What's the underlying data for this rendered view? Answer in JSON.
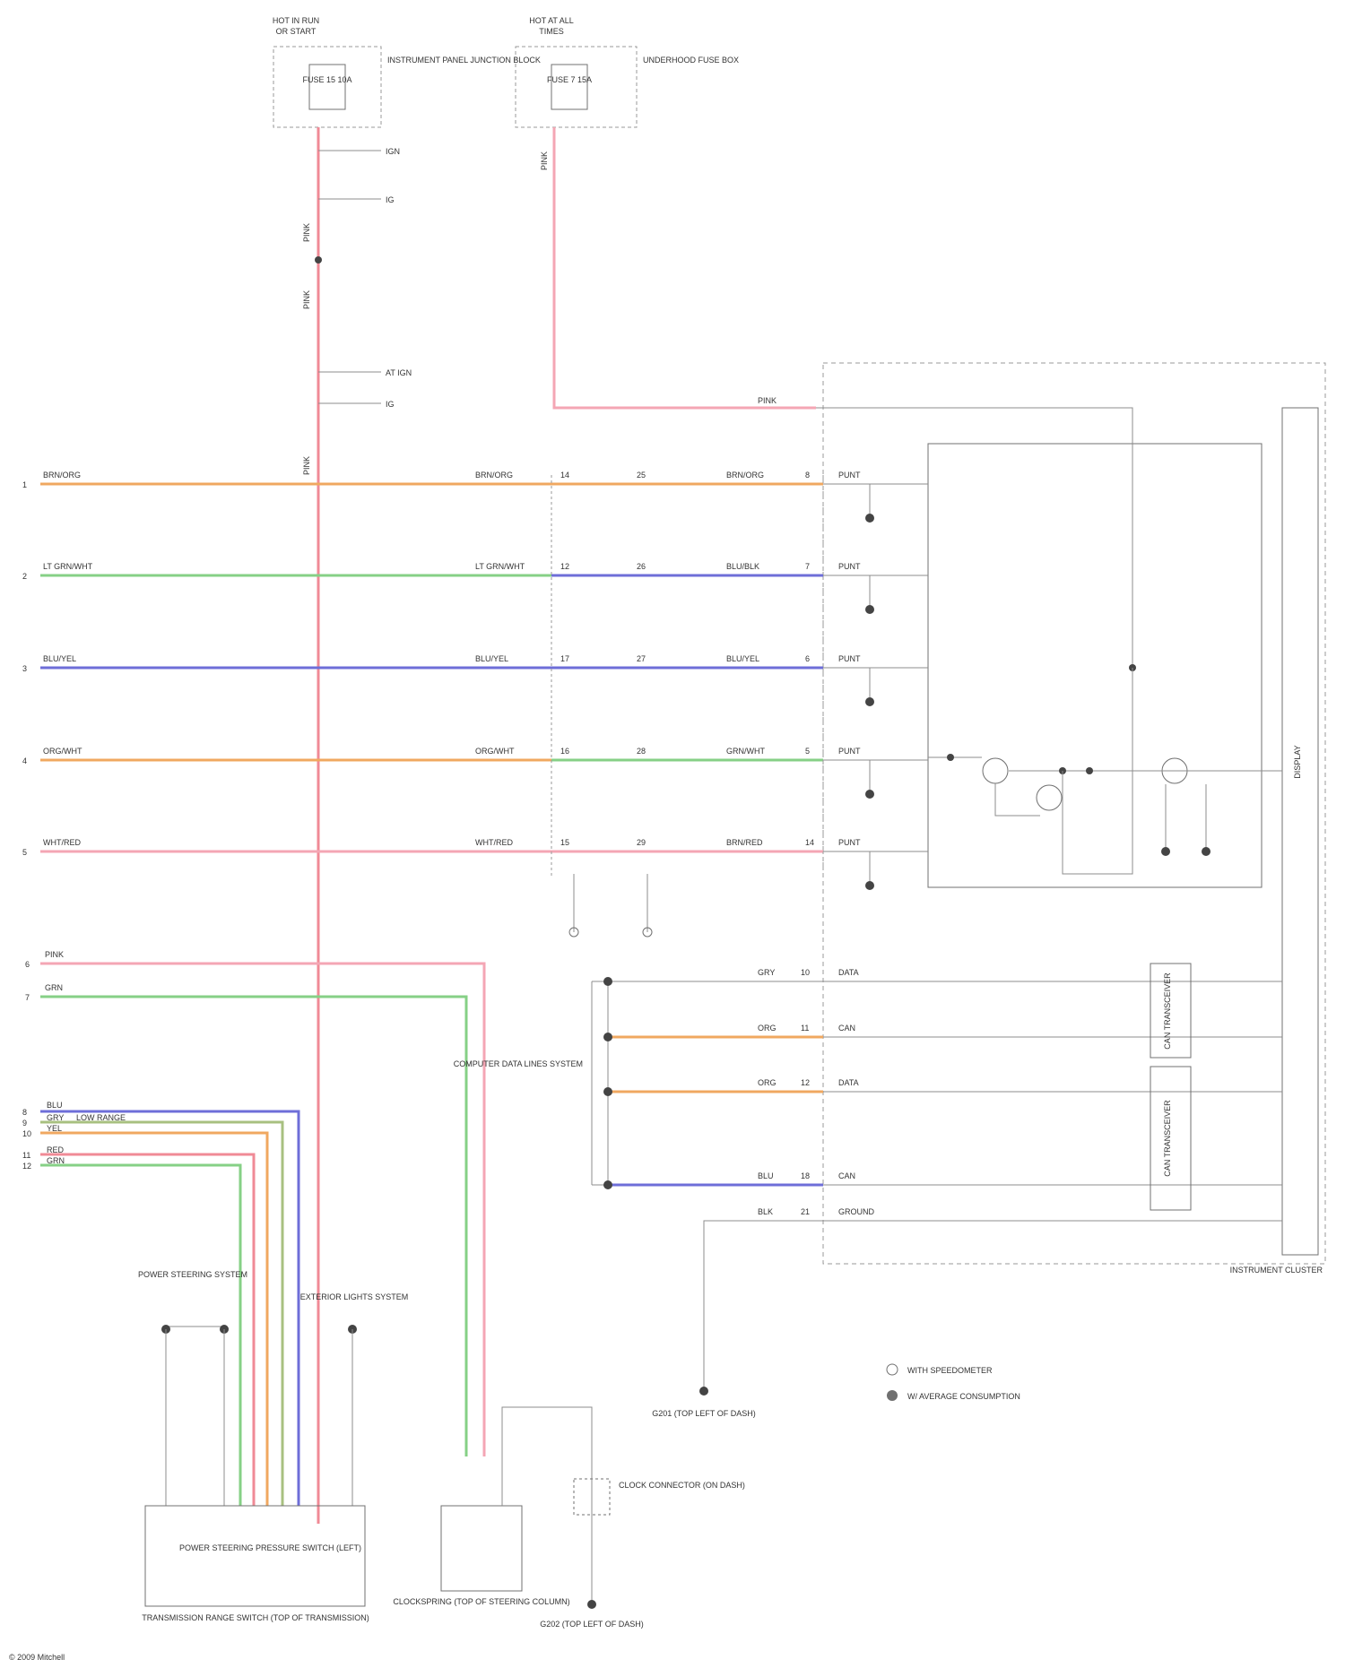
{
  "colors": {
    "wire_red": "#f08a96",
    "wire_pink": "#f4a6b4",
    "wire_orange": "#f0a860",
    "wire_green": "#86d086",
    "wire_blue": "#6e6ed8",
    "wire_gray": "#8c8c8c",
    "wire_yellowgreen": "#a8c080",
    "outline": "#707070",
    "dashed": "#9a9a9a"
  },
  "fuse_boxes": [
    {
      "header": "HOT IN RUN",
      "header2": "OR START",
      "fuse_text": "FUSE 15 10A",
      "desc": "INSTRUMENT PANEL JUNCTION BLOCK"
    },
    {
      "header": "HOT AT ALL",
      "header2": "TIMES",
      "fuse_text": "FUSE 7 15A",
      "desc": "UNDERHOOD FUSE BOX"
    }
  ],
  "wire_labels": {
    "pink": "PINK",
    "red": "RED",
    "ign_lines": [
      "IGN",
      "IG",
      "AT IGN",
      "IG"
    ]
  },
  "left_wires": [
    {
      "num": "1",
      "left_label": "BRN/ORG",
      "mid_label": "BRN/ORG",
      "right_label": "BRN/ORG",
      "pin_a": "14",
      "pin_b": "25",
      "pin_c": "8",
      "sig": "PUNT"
    },
    {
      "num": "2",
      "left_label": "LT GRN/WHT",
      "mid_label": "LT GRN/WHT",
      "right_label": "BLU/BLK",
      "pin_a": "12",
      "pin_b": "26",
      "pin_c": "7",
      "sig": "PUNT"
    },
    {
      "num": "3",
      "left_label": "BLU/YEL",
      "mid_label": "BLU/YEL",
      "right_label": "BLU/YEL",
      "pin_a": "17",
      "pin_b": "27",
      "pin_c": "6",
      "sig": "PUNT"
    },
    {
      "num": "4",
      "left_label": "ORG/WHT",
      "mid_label": "ORG/WHT",
      "right_label": "GRN/WHT",
      "pin_a": "16",
      "pin_b": "28",
      "pin_c": "5",
      "sig": "PUNT"
    },
    {
      "num": "5",
      "left_label": "WHT/RED",
      "mid_label": "WHT/RED",
      "right_label": "BRN/RED",
      "pin_a": "15",
      "pin_b": "29",
      "pin_c": "14",
      "sig": "PUNT"
    }
  ],
  "lower_wires": [
    {
      "num": "6",
      "label": "PINK"
    },
    {
      "num": "7",
      "label": "GRN"
    }
  ],
  "bundle_wires": [
    {
      "num": "8",
      "label": "BLU"
    },
    {
      "num": "9",
      "label": "GRY",
      "label2": "LOW RANGE"
    },
    {
      "num": "10",
      "label": "YEL"
    },
    {
      "num": "11",
      "label": "RED"
    },
    {
      "num": "12",
      "label": "GRN"
    }
  ],
  "data_bus": {
    "label": "COMPUTER DATA LINES SYSTEM",
    "rows": [
      {
        "left": "GRY",
        "pin": "10",
        "right": "DATA"
      },
      {
        "left": "ORG",
        "pin": "11",
        "right": "CAN"
      },
      {
        "left": "ORG",
        "pin": "12",
        "right": "DATA"
      },
      {
        "left": "BLU",
        "pin": "18",
        "right": "CAN"
      },
      {
        "left": "BLK",
        "pin": "21",
        "right": "GROUND"
      }
    ]
  },
  "cluster_label": "INSTRUMENT CLUSTER",
  "module_label": "DISPLAY",
  "sub_modules": [
    "CAN TRANSCEIVER",
    "CAN TRANSCEIVER"
  ],
  "legend": [
    {
      "symbol": "circle",
      "text": "WITH SPEEDOMETER"
    },
    {
      "symbol": "dot",
      "text": "W/ AVERAGE CONSUMPTION"
    }
  ],
  "bottom_components": {
    "power_steering": "POWER STEERING SYSTEM",
    "exterior_lights": "EXTERIOR LIGHTS SYSTEM",
    "switch_name": "POWER STEERING PRESSURE SWITCH (LEFT)",
    "trans_switch": "TRANSMISSION RANGE SWITCH (TOP OF TRANSMISSION)",
    "clockspring": "CLOCKSPRING (TOP OF STEERING COLUMN)",
    "clock_connector": "CLOCK CONNECTOR (ON DASH)",
    "ground1": "G201 (TOP LEFT OF DASH)",
    "ground2": "G202 (TOP LEFT OF DASH)"
  },
  "footer": "© 2009 Mitchell"
}
